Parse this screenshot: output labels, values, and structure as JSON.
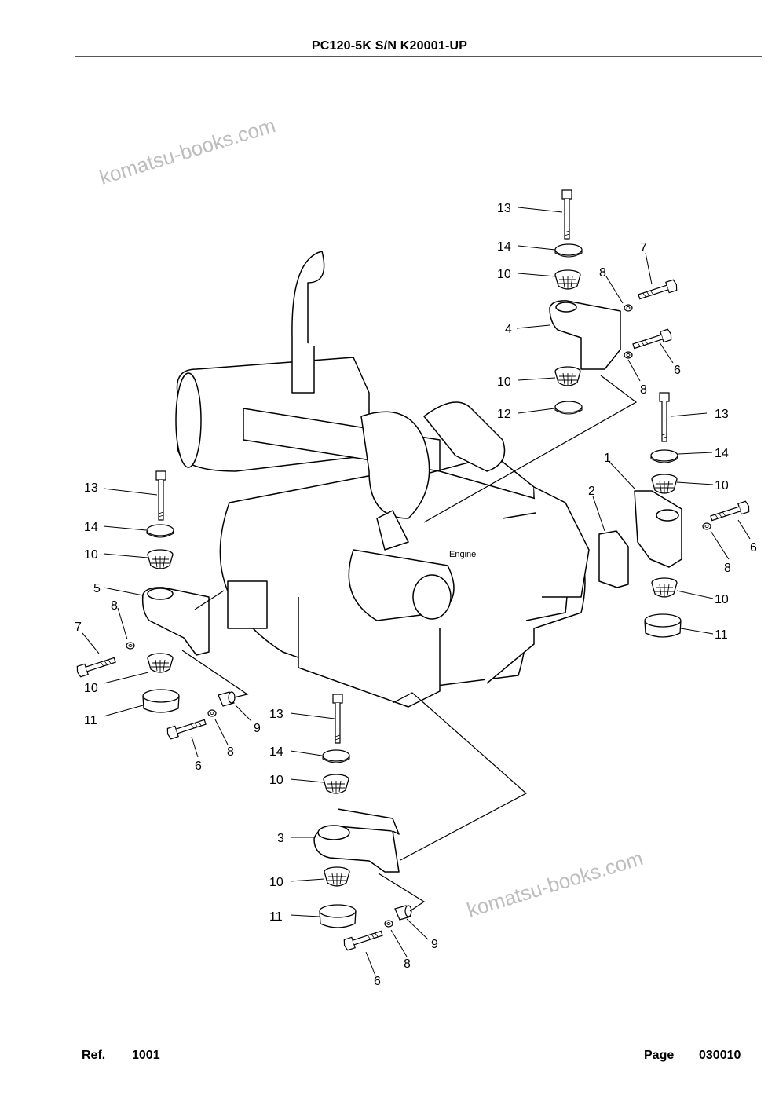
{
  "header": {
    "title": "PC120-5K S/N K20001-UP"
  },
  "footer": {
    "ref_label": "Ref.",
    "ref_value": "1001",
    "page_label": "Page",
    "page_value": "030010"
  },
  "watermark": {
    "text": "komatsu-books.com"
  },
  "diagram": {
    "engine_label": "Engine",
    "callouts": [
      {
        "id": "c1",
        "text": "13"
      },
      {
        "id": "c2",
        "text": "14"
      },
      {
        "id": "c3",
        "text": "10"
      },
      {
        "id": "c4",
        "text": "8"
      },
      {
        "id": "c5",
        "text": "7"
      },
      {
        "id": "c6",
        "text": "4"
      },
      {
        "id": "c7",
        "text": "6"
      },
      {
        "id": "c8",
        "text": "10"
      },
      {
        "id": "c9",
        "text": "8"
      },
      {
        "id": "c10",
        "text": "12"
      },
      {
        "id": "c11",
        "text": "13"
      },
      {
        "id": "c12",
        "text": "14"
      },
      {
        "id": "c13",
        "text": "1"
      },
      {
        "id": "c14",
        "text": "2"
      },
      {
        "id": "c15",
        "text": "10"
      },
      {
        "id": "c16",
        "text": "6"
      },
      {
        "id": "c17",
        "text": "8"
      },
      {
        "id": "c18",
        "text": "10"
      },
      {
        "id": "c19",
        "text": "11"
      },
      {
        "id": "c20",
        "text": "13"
      },
      {
        "id": "c21",
        "text": "14"
      },
      {
        "id": "c22",
        "text": "10"
      },
      {
        "id": "c23",
        "text": "5"
      },
      {
        "id": "c24",
        "text": "8"
      },
      {
        "id": "c25",
        "text": "7"
      },
      {
        "id": "c26",
        "text": "10"
      },
      {
        "id": "c27",
        "text": "11"
      },
      {
        "id": "c28",
        "text": "9"
      },
      {
        "id": "c29",
        "text": "6"
      },
      {
        "id": "c30",
        "text": "8"
      },
      {
        "id": "c31",
        "text": "13"
      },
      {
        "id": "c32",
        "text": "14"
      },
      {
        "id": "c33",
        "text": "10"
      },
      {
        "id": "c34",
        "text": "3"
      },
      {
        "id": "c35",
        "text": "10"
      },
      {
        "id": "c36",
        "text": "11"
      },
      {
        "id": "c37",
        "text": "9"
      },
      {
        "id": "c38",
        "text": "8"
      },
      {
        "id": "c39",
        "text": "6"
      }
    ]
  }
}
